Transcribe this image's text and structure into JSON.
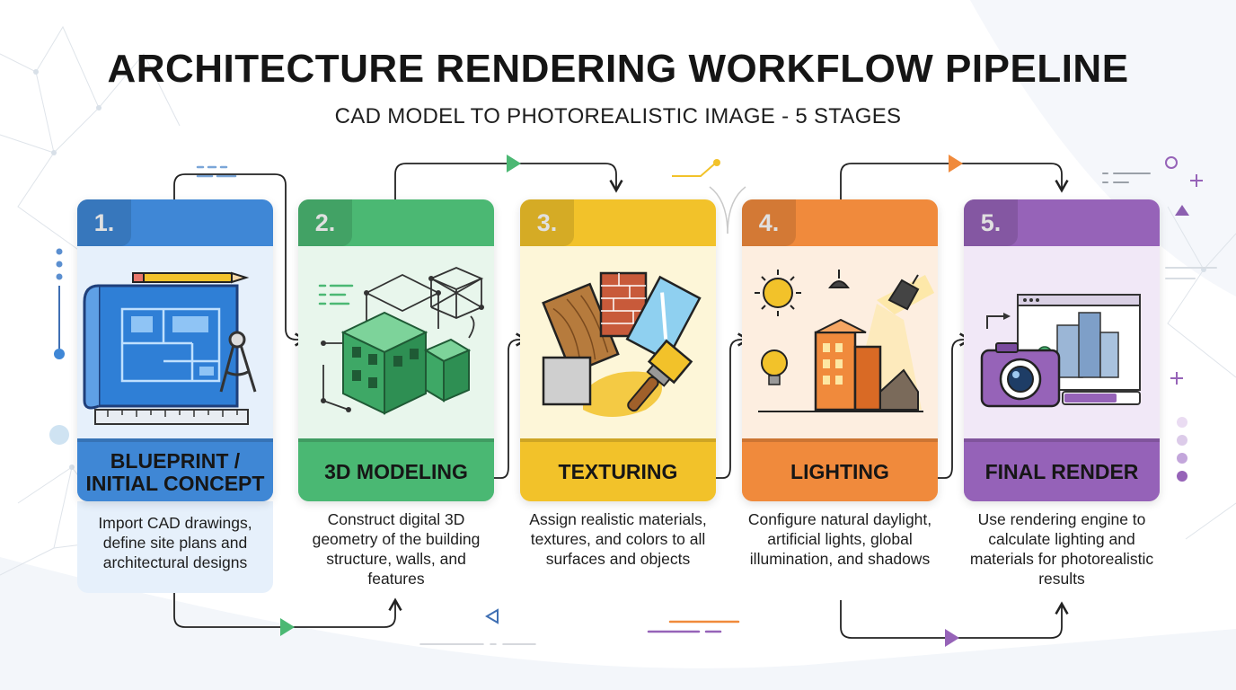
{
  "header": {
    "title": "ARCHITECTURE RENDERING WORKFLOW PIPELINE",
    "subtitle": "CAD MODEL TO PHOTOREALISTIC IMAGE - 5 STAGES"
  },
  "stages": [
    {
      "number": "1.",
      "name": "BLUEPRINT / INITIAL CONCEPT",
      "description": "Import CAD drawings, define site plans and architectural designs",
      "color": "#3f87d6",
      "tint": "#e6f0fb",
      "illustration": "blueprint-icon"
    },
    {
      "number": "2.",
      "name": "3D MODELING",
      "description": "Construct digital 3D geometry of the building structure, walls, and features",
      "color": "#4bb873",
      "tint": "#e8f6ec",
      "illustration": "3d-cubes-icon"
    },
    {
      "number": "3.",
      "name": "TEXTURING",
      "description": "Assign realistic materials, textures, and colors to all surfaces and objects",
      "color": "#f2c22a",
      "tint": "#fdf6d8",
      "illustration": "material-swatches-icon"
    },
    {
      "number": "4.",
      "name": "LIGHTING",
      "description": "Configure natural daylight, artificial lights, global illumination, and shadows",
      "color": "#f08a3c",
      "tint": "#fdeee0",
      "illustration": "lighting-scene-icon"
    },
    {
      "number": "5.",
      "name": "FINAL RENDER",
      "description": "Use rendering engine to calculate lighting and materials for photorealistic results",
      "color": "#9663b8",
      "tint": "#f1e8f7",
      "illustration": "camera-render-icon"
    }
  ]
}
